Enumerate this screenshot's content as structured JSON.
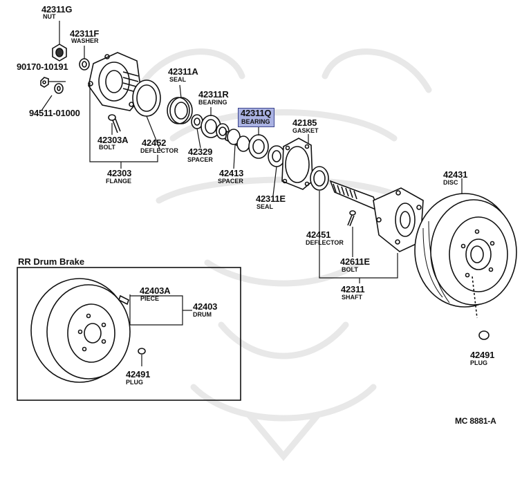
{
  "parts": [
    {
      "id": "p-42311G",
      "number": "42311G",
      "desc": "NUT"
    },
    {
      "id": "p-42311F",
      "number": "42311F",
      "desc": "WASHER"
    },
    {
      "id": "p-90170",
      "number": "90170-10191",
      "desc": ""
    },
    {
      "id": "p-94511",
      "number": "94511-01000",
      "desc": ""
    },
    {
      "id": "p-42311A",
      "number": "42311A",
      "desc": "SEAL"
    },
    {
      "id": "p-42311R",
      "number": "42311R",
      "desc": "BEARING"
    },
    {
      "id": "p-42311Q",
      "number": "42311Q",
      "desc": "BEARING",
      "highlighted": true
    },
    {
      "id": "p-42185",
      "number": "42185",
      "desc": "GASKET"
    },
    {
      "id": "p-42303A",
      "number": "42303A",
      "desc": "BOLT"
    },
    {
      "id": "p-42452",
      "number": "42452",
      "desc": "DEFLECTOR"
    },
    {
      "id": "p-42329",
      "number": "42329",
      "desc": "SPACER"
    },
    {
      "id": "p-42413",
      "number": "42413",
      "desc": "SPACER"
    },
    {
      "id": "p-42303",
      "number": "42303",
      "desc": "FLANGE"
    },
    {
      "id": "p-42311E",
      "number": "42311E",
      "desc": "SEAL"
    },
    {
      "id": "p-42431",
      "number": "42431",
      "desc": "DISC"
    },
    {
      "id": "p-42451",
      "number": "42451",
      "desc": "DEFLECTOR"
    },
    {
      "id": "p-42611E",
      "number": "42611E",
      "desc": "BOLT"
    },
    {
      "id": "p-42311",
      "number": "42311",
      "desc": "SHAFT"
    },
    {
      "id": "p-42491a",
      "number": "42491",
      "desc": "PLUG"
    },
    {
      "id": "p-42403A",
      "number": "42403A",
      "desc": "PIECE"
    },
    {
      "id": "p-42403",
      "number": "42403",
      "desc": "DRUM"
    },
    {
      "id": "p-42491b",
      "number": "42491",
      "desc": "PLUG"
    }
  ],
  "inset_title": "RR Drum Brake",
  "reference_code": "MC 8881-A",
  "colors": {
    "highlight": "#aab2e2",
    "highlight_border": "#39428c",
    "ink": "#111111",
    "watermark": "#e6e6e6"
  }
}
